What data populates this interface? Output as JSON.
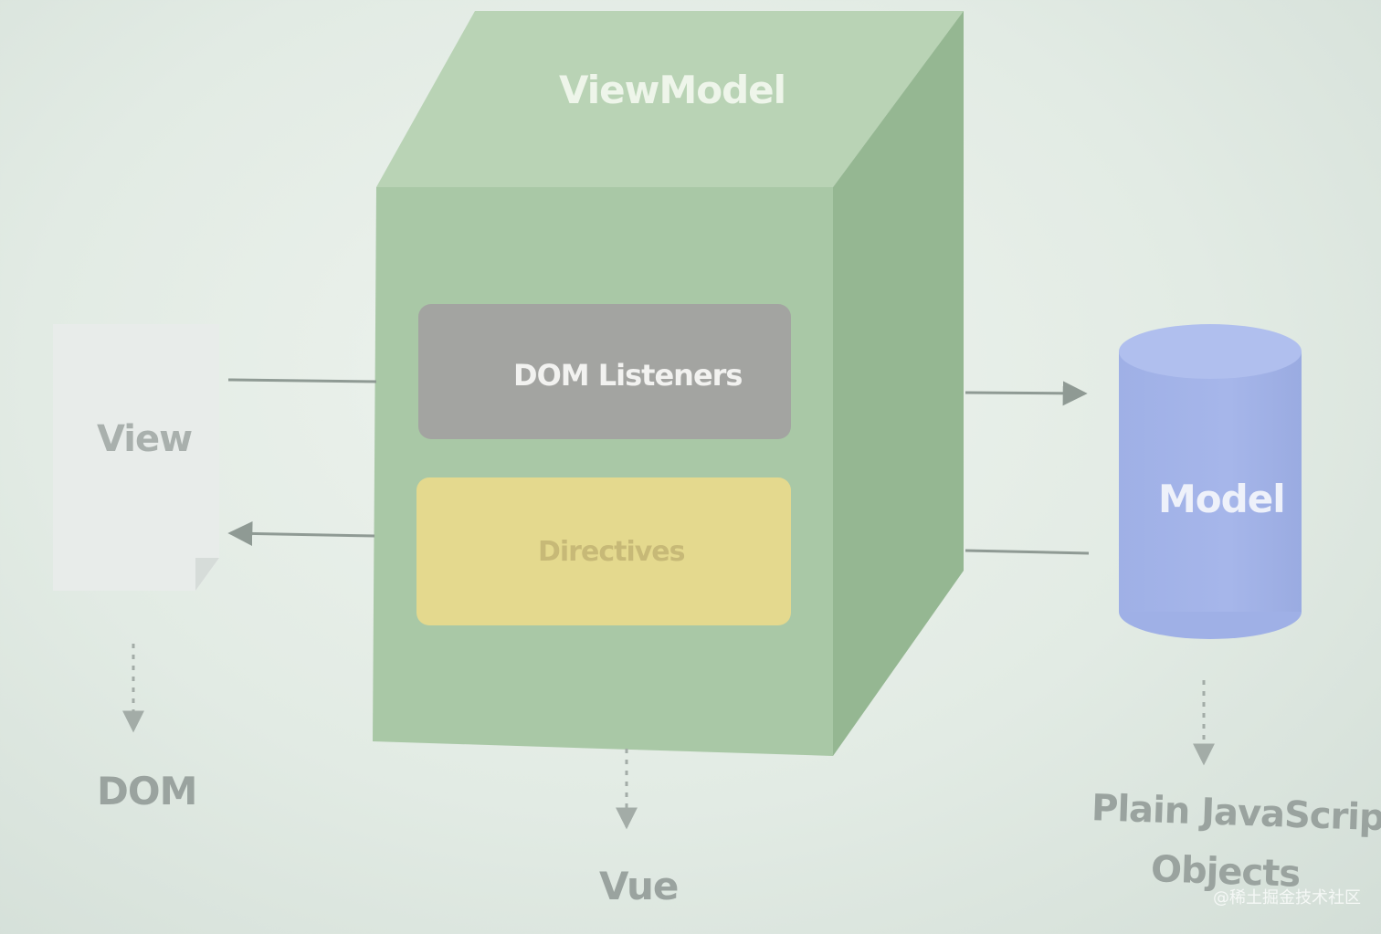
{
  "diagram": {
    "viewmodel_label": "ViewModel",
    "dom_listeners_label": "DOM Listeners",
    "directives_label": "Directives",
    "view_label": "View",
    "model_label": "Model",
    "dom_label": "DOM",
    "vue_label": "Vue",
    "plain_js_line1": "Plain JavaScript",
    "plain_js_line2": "Objects"
  },
  "watermark": "@稀土掘金技术社区",
  "colors": {
    "cube_front": "#a9c8a6",
    "cube_top": "#b9d3b5",
    "cube_side": "#95b792",
    "dom_listeners_box": "#a3a4a1",
    "directives_box": "#e4d98e",
    "model_cylinder": "#a6b6ea",
    "view_page": "#e8ecea",
    "arrow": "#8f9a94"
  }
}
